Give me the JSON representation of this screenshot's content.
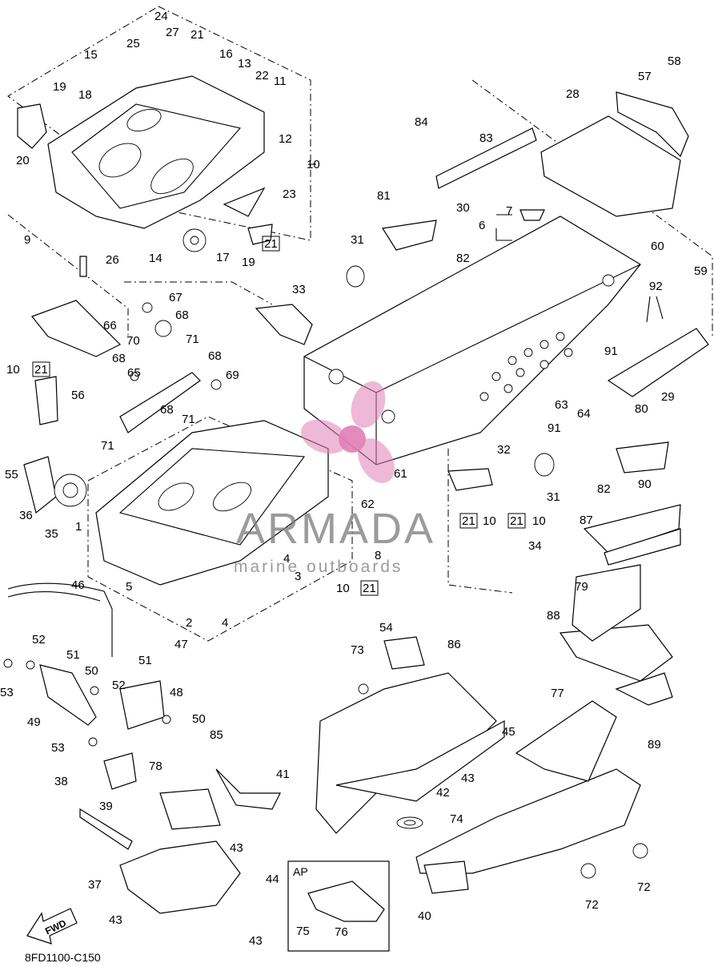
{
  "diagram": {
    "reference_code": "8FD1100-C150",
    "watermark": {
      "brand": "ARMADA",
      "tagline": "marine outboards"
    },
    "direction_arrow": "FWD",
    "variant_box_label": "AP",
    "part_labels": [
      {
        "id": "1",
        "text": "1"
      },
      {
        "id": "2",
        "text": "2"
      },
      {
        "id": "3",
        "text": "3"
      },
      {
        "id": "4a",
        "text": "4"
      },
      {
        "id": "4b",
        "text": "4"
      },
      {
        "id": "5",
        "text": "5"
      },
      {
        "id": "6",
        "text": "6"
      },
      {
        "id": "7",
        "text": "7"
      },
      {
        "id": "8",
        "text": "8"
      },
      {
        "id": "9",
        "text": "9"
      },
      {
        "id": "10a",
        "text": "10"
      },
      {
        "id": "10b",
        "text": "10"
      },
      {
        "id": "10c",
        "text": "10"
      },
      {
        "id": "10d",
        "text": "10"
      },
      {
        "id": "10e",
        "text": "10"
      },
      {
        "id": "11",
        "text": "11"
      },
      {
        "id": "12",
        "text": "12"
      },
      {
        "id": "13",
        "text": "13"
      },
      {
        "id": "14",
        "text": "14"
      },
      {
        "id": "15",
        "text": "15"
      },
      {
        "id": "16",
        "text": "16"
      },
      {
        "id": "17",
        "text": "17"
      },
      {
        "id": "18",
        "text": "18"
      },
      {
        "id": "19a",
        "text": "19"
      },
      {
        "id": "19b",
        "text": "19"
      },
      {
        "id": "20",
        "text": "20"
      },
      {
        "id": "21a",
        "text": "21"
      },
      {
        "id": "21b",
        "text": "21"
      },
      {
        "id": "21c",
        "text": "21"
      },
      {
        "id": "21d",
        "text": "21"
      },
      {
        "id": "21e",
        "text": "21"
      },
      {
        "id": "21f",
        "text": "21"
      },
      {
        "id": "22",
        "text": "22"
      },
      {
        "id": "23",
        "text": "23"
      },
      {
        "id": "24",
        "text": "24"
      },
      {
        "id": "25",
        "text": "25"
      },
      {
        "id": "26",
        "text": "26"
      },
      {
        "id": "27",
        "text": "27"
      },
      {
        "id": "28",
        "text": "28"
      },
      {
        "id": "29",
        "text": "29"
      },
      {
        "id": "30",
        "text": "30"
      },
      {
        "id": "31a",
        "text": "31"
      },
      {
        "id": "31b",
        "text": "31"
      },
      {
        "id": "32",
        "text": "32"
      },
      {
        "id": "33",
        "text": "33"
      },
      {
        "id": "34",
        "text": "34"
      },
      {
        "id": "35",
        "text": "35"
      },
      {
        "id": "36",
        "text": "36"
      },
      {
        "id": "37",
        "text": "37"
      },
      {
        "id": "38",
        "text": "38"
      },
      {
        "id": "39",
        "text": "39"
      },
      {
        "id": "40",
        "text": "40"
      },
      {
        "id": "41",
        "text": "41"
      },
      {
        "id": "42",
        "text": "42"
      },
      {
        "id": "43a",
        "text": "43"
      },
      {
        "id": "43b",
        "text": "43"
      },
      {
        "id": "43c",
        "text": "43"
      },
      {
        "id": "43d",
        "text": "43"
      },
      {
        "id": "44",
        "text": "44"
      },
      {
        "id": "45",
        "text": "45"
      },
      {
        "id": "46",
        "text": "46"
      },
      {
        "id": "47",
        "text": "47"
      },
      {
        "id": "48",
        "text": "48"
      },
      {
        "id": "49",
        "text": "49"
      },
      {
        "id": "50a",
        "text": "50"
      },
      {
        "id": "50b",
        "text": "50"
      },
      {
        "id": "51a",
        "text": "51"
      },
      {
        "id": "51b",
        "text": "51"
      },
      {
        "id": "52a",
        "text": "52"
      },
      {
        "id": "52b",
        "text": "52"
      },
      {
        "id": "53a",
        "text": "53"
      },
      {
        "id": "53b",
        "text": "53"
      },
      {
        "id": "54",
        "text": "54"
      },
      {
        "id": "55",
        "text": "55"
      },
      {
        "id": "56",
        "text": "56"
      },
      {
        "id": "57",
        "text": "57"
      },
      {
        "id": "58",
        "text": "58"
      },
      {
        "id": "59",
        "text": "59"
      },
      {
        "id": "60",
        "text": "60"
      },
      {
        "id": "61",
        "text": "61"
      },
      {
        "id": "62",
        "text": "62"
      },
      {
        "id": "63",
        "text": "63"
      },
      {
        "id": "64",
        "text": "64"
      },
      {
        "id": "65",
        "text": "65"
      },
      {
        "id": "66",
        "text": "66"
      },
      {
        "id": "67",
        "text": "67"
      },
      {
        "id": "68a",
        "text": "68"
      },
      {
        "id": "68b",
        "text": "68"
      },
      {
        "id": "68c",
        "text": "68"
      },
      {
        "id": "68d",
        "text": "68"
      },
      {
        "id": "69",
        "text": "69"
      },
      {
        "id": "70",
        "text": "70"
      },
      {
        "id": "71a",
        "text": "71"
      },
      {
        "id": "71b",
        "text": "71"
      },
      {
        "id": "71c",
        "text": "71"
      },
      {
        "id": "72a",
        "text": "72"
      },
      {
        "id": "72b",
        "text": "72"
      },
      {
        "id": "73",
        "text": "73"
      },
      {
        "id": "74",
        "text": "74"
      },
      {
        "id": "75",
        "text": "75"
      },
      {
        "id": "76",
        "text": "76"
      },
      {
        "id": "77",
        "text": "77"
      },
      {
        "id": "78",
        "text": "78"
      },
      {
        "id": "79",
        "text": "79"
      },
      {
        "id": "80",
        "text": "80"
      },
      {
        "id": "81",
        "text": "81"
      },
      {
        "id": "82a",
        "text": "82"
      },
      {
        "id": "82b",
        "text": "82"
      },
      {
        "id": "83",
        "text": "83"
      },
      {
        "id": "84",
        "text": "84"
      },
      {
        "id": "85",
        "text": "85"
      },
      {
        "id": "86",
        "text": "86"
      },
      {
        "id": "87",
        "text": "87"
      },
      {
        "id": "88",
        "text": "88"
      },
      {
        "id": "89",
        "text": "89"
      },
      {
        "id": "90",
        "text": "90"
      },
      {
        "id": "91a",
        "text": "91"
      },
      {
        "id": "91b",
        "text": "91"
      },
      {
        "id": "92",
        "text": "92"
      }
    ]
  },
  "colors": {
    "line": "#000000",
    "watermark_logo": "#e07fb5",
    "watermark_text": "#7a7a7a"
  }
}
